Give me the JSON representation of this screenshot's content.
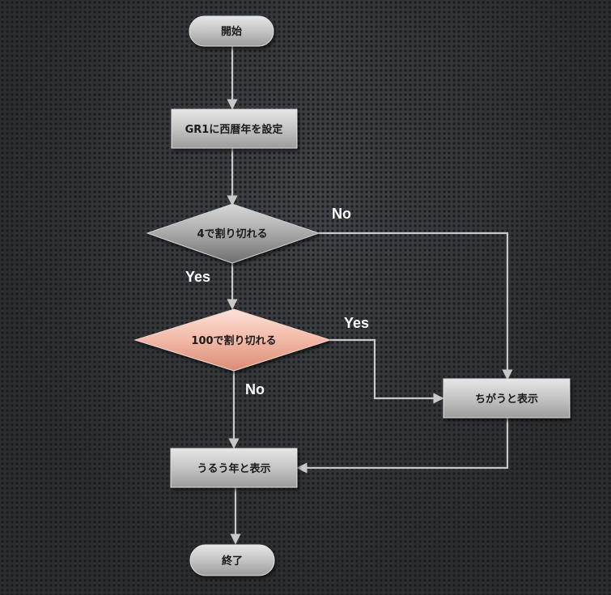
{
  "nodes": {
    "start": "開始",
    "set_year": "GR1に西暦年を設定",
    "div4": "4で割り切れる",
    "div100": "100で割り切れる",
    "show_not_leap": "ちがうと表示",
    "show_leap": "うるう年と表示",
    "end": "終了"
  },
  "edge_labels": {
    "div4_no": "No",
    "div4_yes": "Yes",
    "div100_yes": "Yes",
    "div100_no": "No"
  },
  "colors": {
    "box_fill": "#bdbdbd",
    "decision_gray": "#9a9a9a",
    "decision_pink": "#f0b5a4",
    "edge": "#c8c8c8",
    "label": "#ffffff"
  }
}
